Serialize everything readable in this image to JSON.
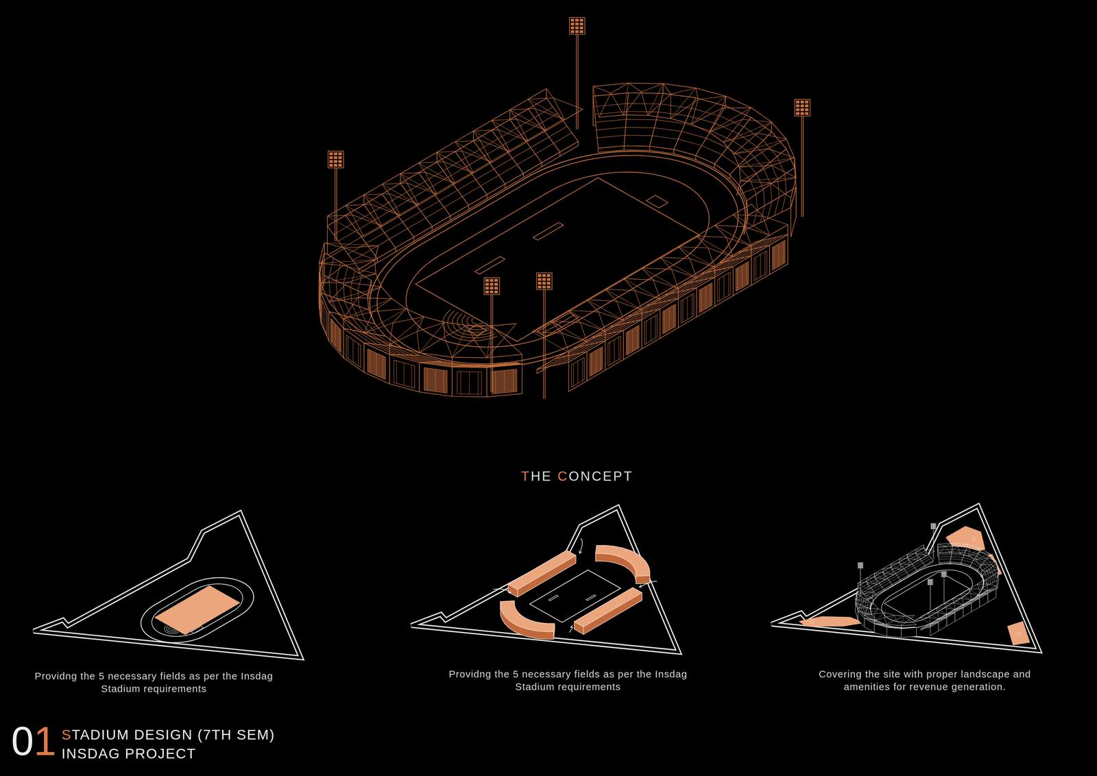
{
  "diagram": {
    "labels": [
      "THE CONCEPT",
      "Providng the 5 necessary fields as per the Insdag Stadium requirements",
      "Providng the 5 necessary fields as per the Insdag Stadium requirements",
      "Covering the site with proper landscape and amenities for revenue generation.",
      "01",
      "STADIUM DESIGN (7TH SEM)",
      "INSDAG PROJECT"
    ]
  }
}
